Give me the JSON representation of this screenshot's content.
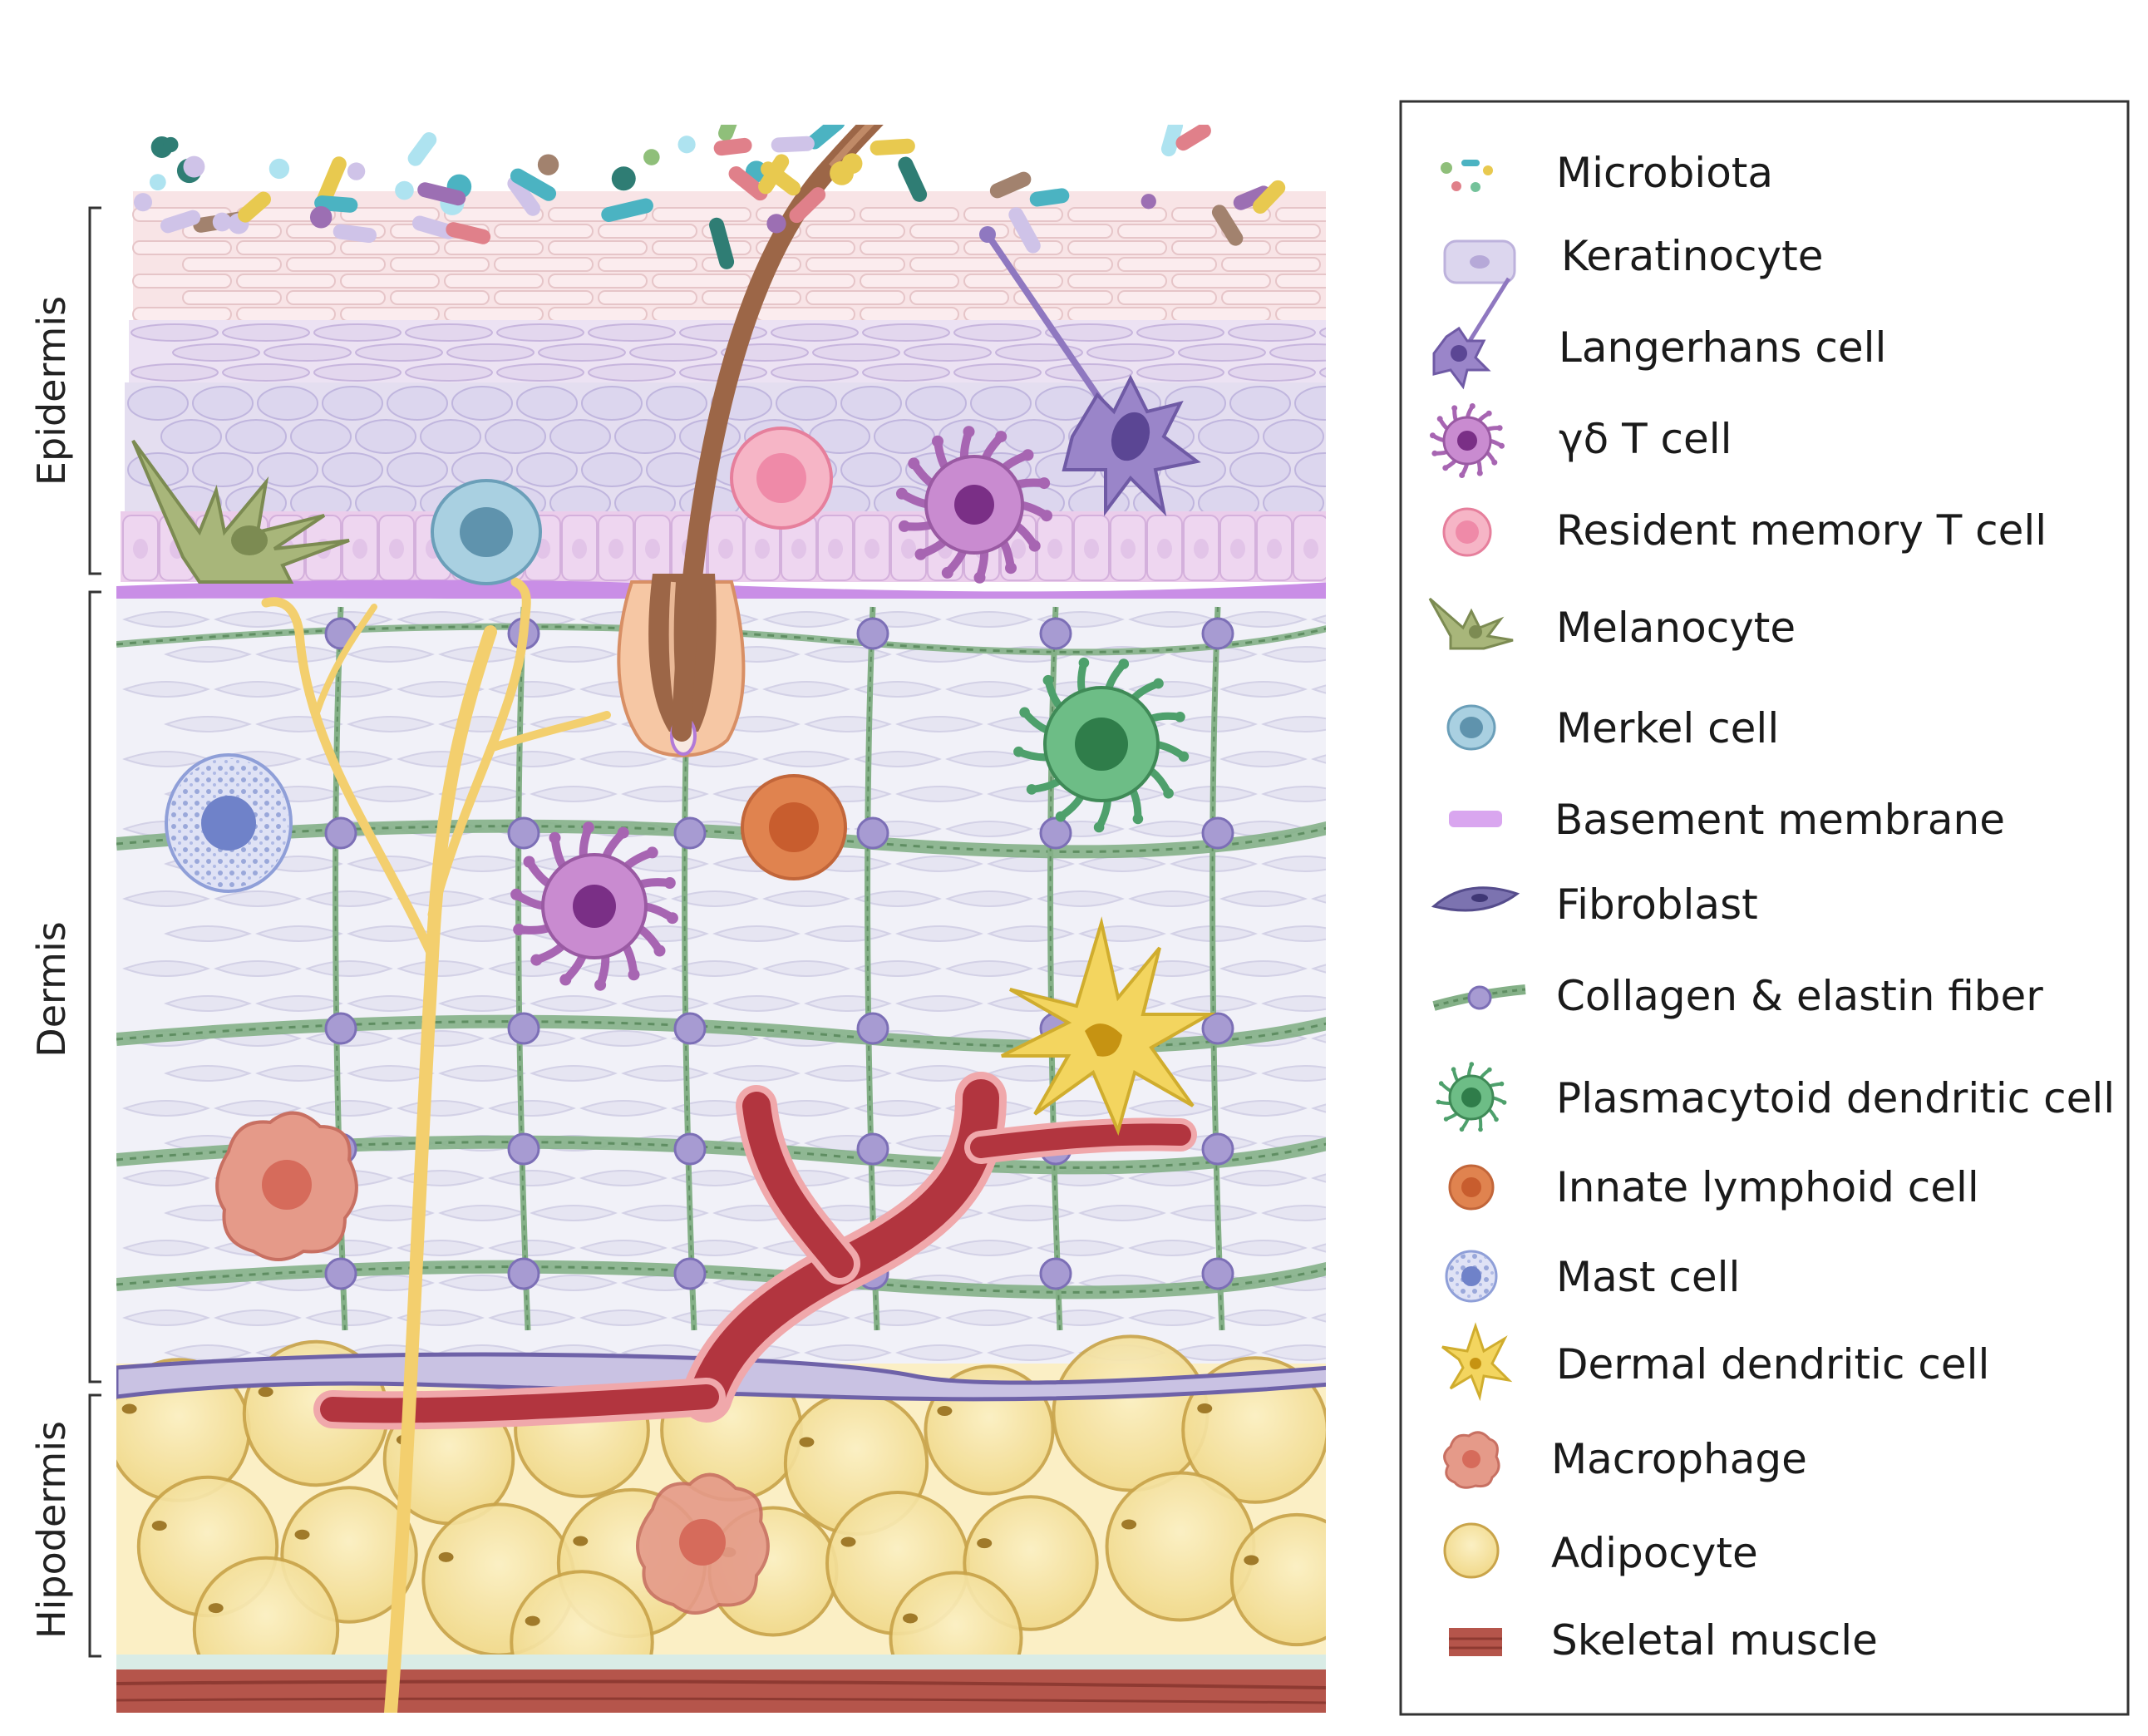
{
  "layers": {
    "epidermis": "Epidermis",
    "dermis": "Dermis",
    "hipodermis": "Hipodermis"
  },
  "legend": [
    {
      "key": "microbiota",
      "label": "Microbiota"
    },
    {
      "key": "keratinocyte",
      "label": "Keratinocyte"
    },
    {
      "key": "langerhans",
      "label": "Langerhans cell"
    },
    {
      "key": "gdt",
      "label": "γδ T cell"
    },
    {
      "key": "trm",
      "label": "Resident memory T cell"
    },
    {
      "key": "melanocyte",
      "label": "Melanocyte"
    },
    {
      "key": "merkel",
      "label": "Merkel cell"
    },
    {
      "key": "basement",
      "label": "Basement membrane"
    },
    {
      "key": "fibroblast",
      "label": "Fibroblast"
    },
    {
      "key": "collagen",
      "label": "Collagen & elastin fiber"
    },
    {
      "key": "pdc",
      "label": "Plasmacytoid dendritic cell"
    },
    {
      "key": "ilc",
      "label": "Innate lymphoid cell"
    },
    {
      "key": "mast",
      "label": "Mast cell"
    },
    {
      "key": "ddc",
      "label": "Dermal dendritic cell"
    },
    {
      "key": "macrophage",
      "label": "Macrophage"
    },
    {
      "key": "adipocyte",
      "label": "Adipocyte"
    },
    {
      "key": "muscle",
      "label": "Skeletal muscle"
    }
  ],
  "colors": {
    "keratinocyte": "#dcd6ee",
    "langerhans": "#8f78c0",
    "gdt": "#a765b2",
    "trm": "#f19bb4",
    "melanocyte": "#a8b67a",
    "merkel": "#7fb4cc",
    "basement": "#d9a6ef",
    "fibroblast": "#7c73b0",
    "collagen": "#84b087",
    "pdc": "#4ea06c",
    "ilc": "#e0834f",
    "mast": "#8f9fd8",
    "ddc": "#f0d35a",
    "macrophage": "#e3907f",
    "adipocyte": "#f6e4a4",
    "muscle": "#b5554b",
    "vessel": "#b2353f",
    "nerve": "#f3cf6e",
    "hair": "#9c6647"
  }
}
